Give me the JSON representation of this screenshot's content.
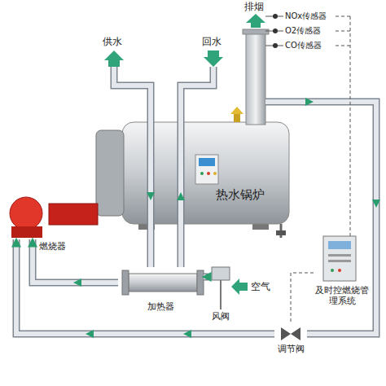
{
  "diagram": {
    "nodes": [
      {
        "text": [
          "热水锅炉"
        ]
      },
      {
        "text": [
          "燃烧器"
        ]
      },
      {
        "text": [
          "加热器"
        ]
      },
      {
        "text": [
          "风阀"
        ]
      },
      {
        "text": [
          "及时控燃烧管理系统"
        ]
      },
      {
        "text": [
          "调节阀"
        ]
      }
    ],
    "edges": [
      {
        "from": 3,
        "to": 2,
        "arrow": "to"
      },
      {
        "from": 2,
        "to": 1,
        "arrow": "to"
      },
      {
        "from": 5,
        "to": 1,
        "arrow": "to"
      },
      {
        "from": 4,
        "to": 5,
        "arrow": "none"
      },
      {
        "from": 0,
        "to": 2,
        "arrow": "none"
      },
      {
        "from": 2,
        "to": 0,
        "arrow": "none"
      }
    ],
    "labels": [
      "供水",
      "回水",
      "排烟",
      "NOx传感器",
      "O2传感器",
      "CO传感器",
      "空气"
    ]
  }
}
